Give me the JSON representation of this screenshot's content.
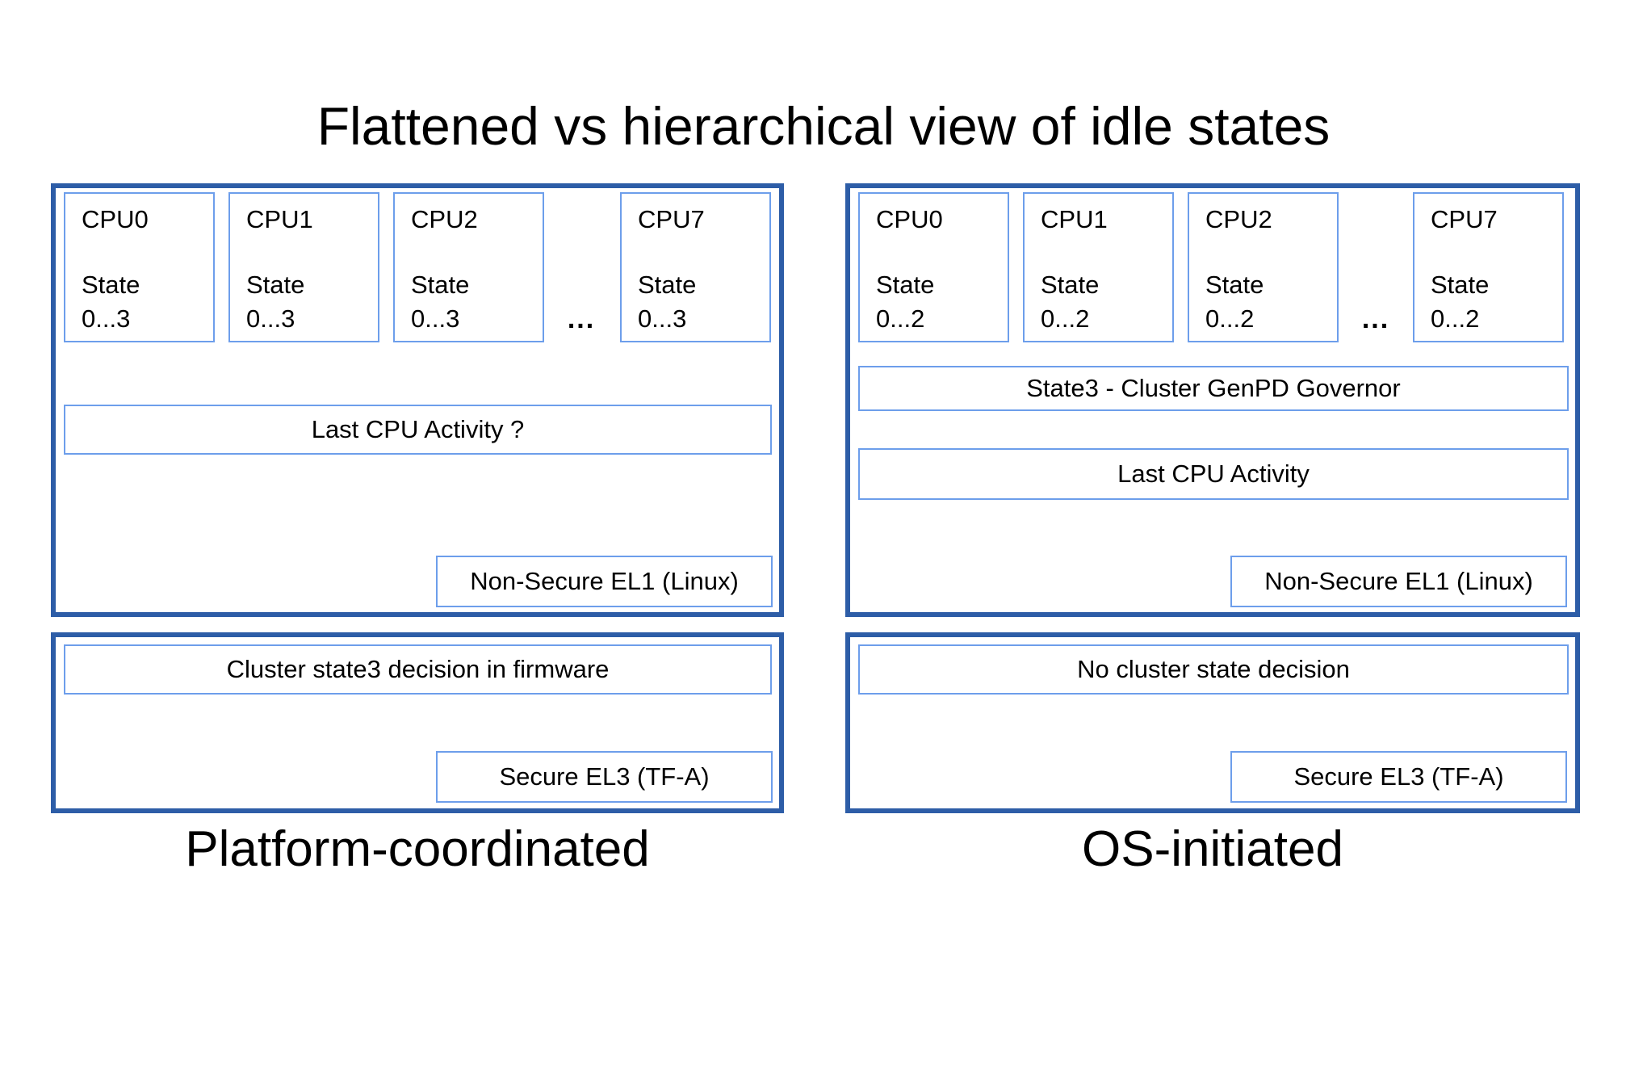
{
  "title": "Flattened vs hierarchical view of idle states",
  "colors": {
    "panel_border": "#2d5da7",
    "box_border": "#6d9eeb",
    "text": "#000000",
    "background": "#ffffff"
  },
  "left": {
    "label": "Platform-coordinated",
    "cpus": [
      {
        "name": "CPU0",
        "state_label": "State",
        "state_range": "0...3"
      },
      {
        "name": "CPU1",
        "state_label": "State",
        "state_range": "0...3"
      },
      {
        "name": "CPU2",
        "state_label": "State",
        "state_range": "0...3"
      },
      {
        "name": "CPU7",
        "state_label": "State",
        "state_range": "0...3"
      }
    ],
    "ellipsis": "...",
    "activity_box": "Last CPU Activity ?",
    "el1_box": "Non-Secure EL1 (Linux)",
    "decision_box": "Cluster state3 decision in firmware",
    "el3_box": "Secure EL3 (TF-A)"
  },
  "right": {
    "label": "OS-initiated",
    "cpus": [
      {
        "name": "CPU0",
        "state_label": "State",
        "state_range": "0...2"
      },
      {
        "name": "CPU1",
        "state_label": "State",
        "state_range": "0...2"
      },
      {
        "name": "CPU2",
        "state_label": "State",
        "state_range": "0...2"
      },
      {
        "name": "CPU7",
        "state_label": "State",
        "state_range": "0...2"
      }
    ],
    "ellipsis": "...",
    "governor_box": "State3 - Cluster GenPD Governor",
    "activity_box": "Last CPU Activity",
    "el1_box": "Non-Secure EL1 (Linux)",
    "decision_box": "No cluster state decision",
    "el3_box": "Secure EL3 (TF-A)"
  }
}
